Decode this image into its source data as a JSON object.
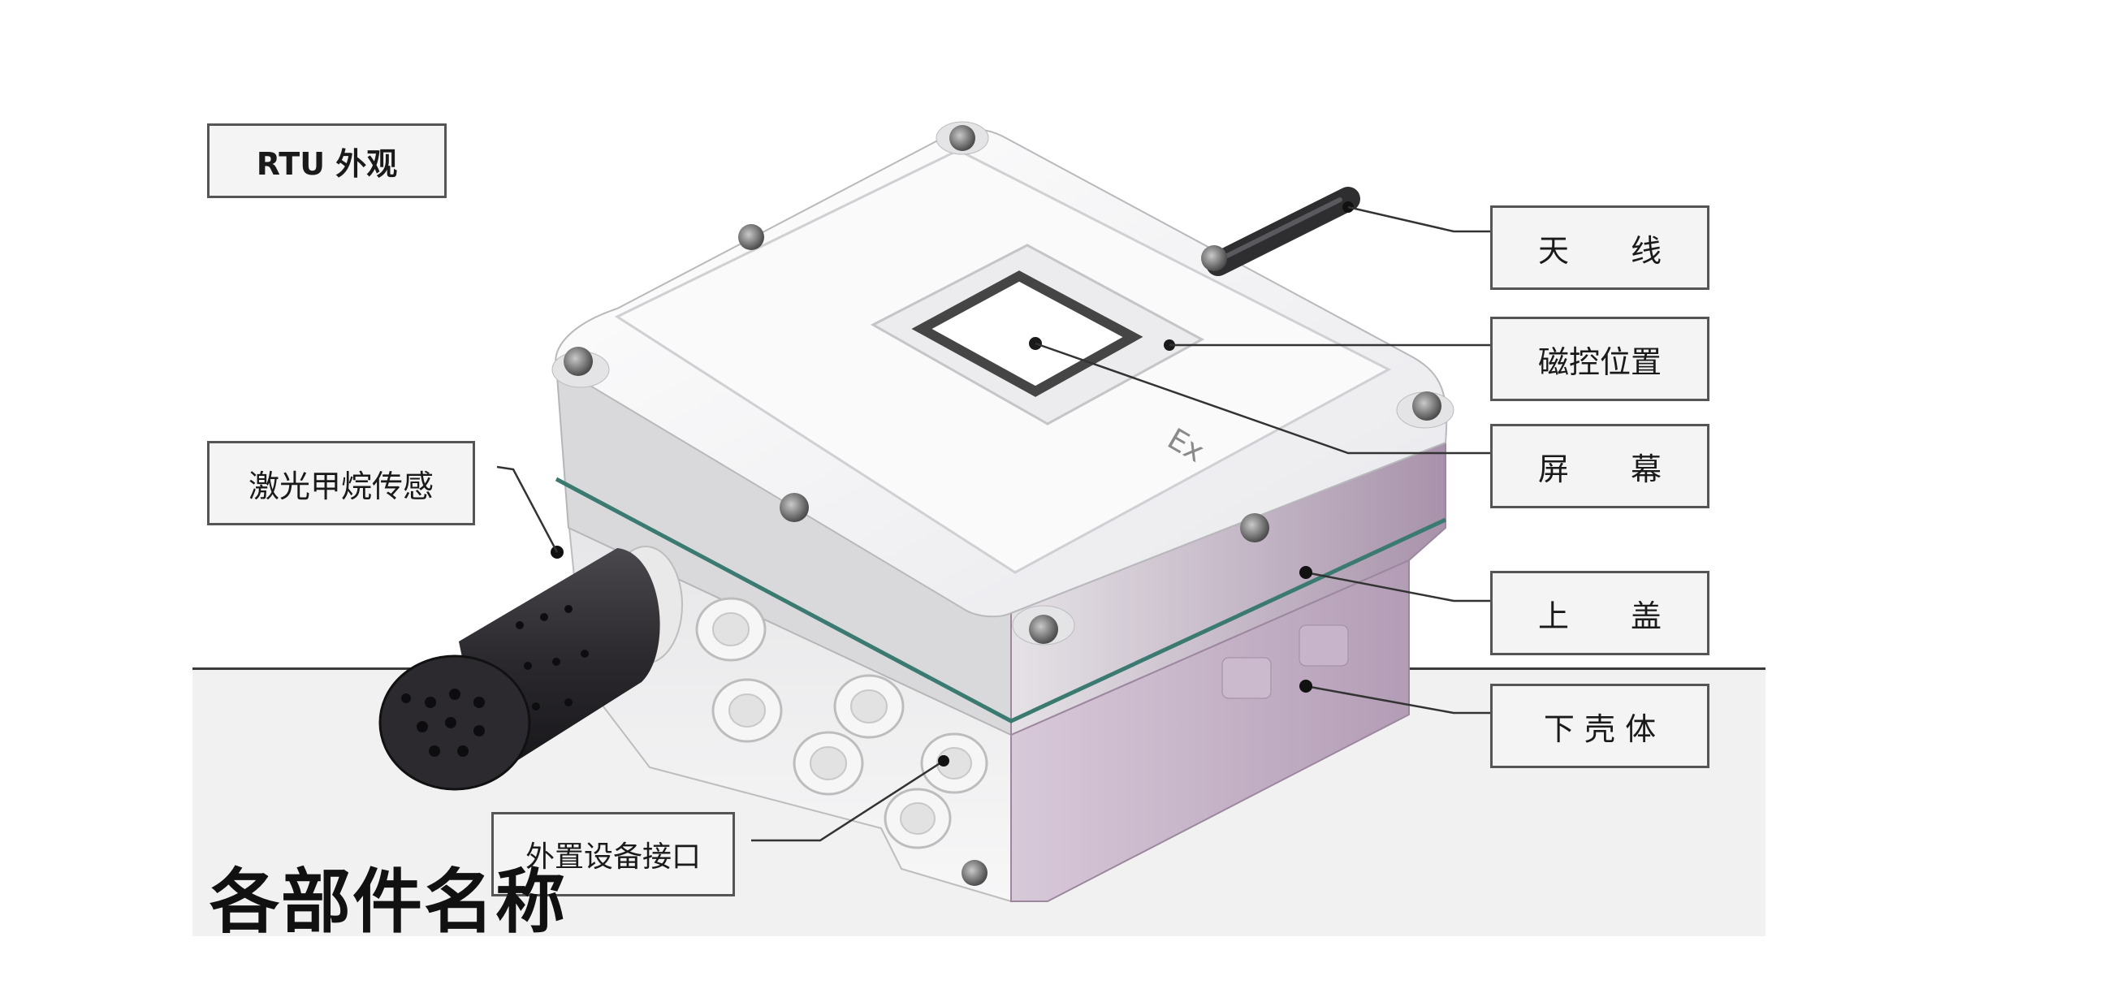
{
  "title": "RTU 外观",
  "labels": {
    "antenna": "天　　线",
    "magnetic_control": "磁控位置",
    "screen": "屏　　幕",
    "upper_cover": "上　　盖",
    "lower_shell": "下 壳 体",
    "laser_methane_sensor": "激光甲烷传感",
    "external_interface": "外置设备接口"
  },
  "caption": "各部件名称",
  "ex_mark": "Ex",
  "colors": {
    "enclosure_top": "#f0f0f2",
    "enclosure_side": "#d9d9dc",
    "lower_shell": "#c7b3c9",
    "seal_line": "#3b7a70",
    "sensor": "#2a2a2e",
    "label_border": "#555555"
  }
}
